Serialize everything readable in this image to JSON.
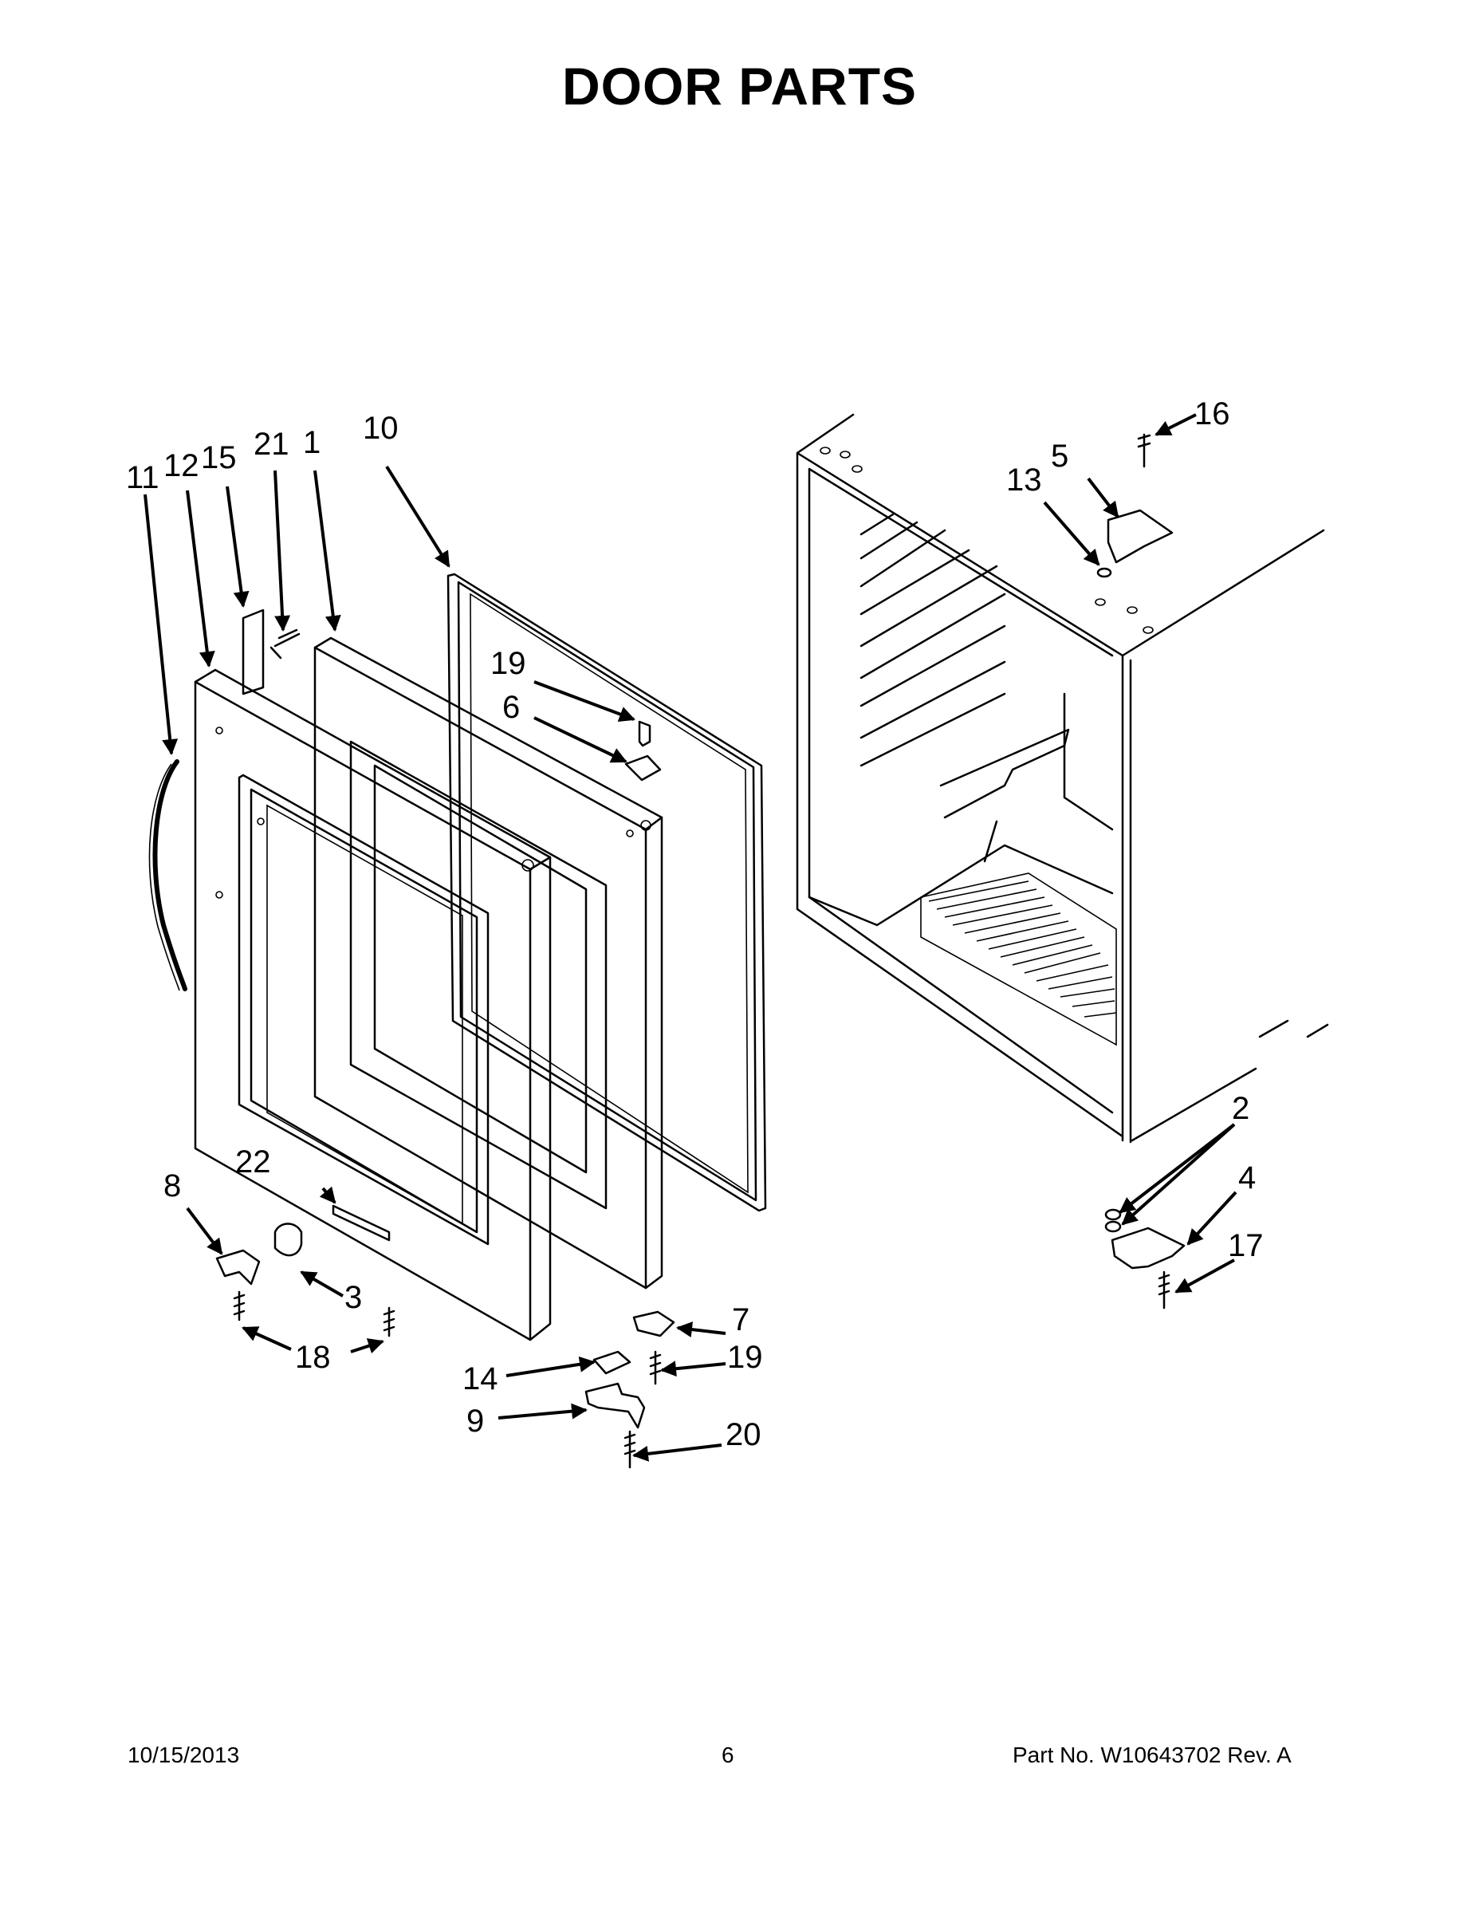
{
  "title": "DOOR PARTS",
  "footer": {
    "date": "10/15/2013",
    "page": "6",
    "part_no": "Part No.  W10643702  Rev.  A"
  },
  "callouts": {
    "c1": "1",
    "c2": "2",
    "c3": "3",
    "c4": "4",
    "c5": "5",
    "c6": "6",
    "c7": "7",
    "c8": "8",
    "c9": "9",
    "c10": "10",
    "c11": "11",
    "c12": "12",
    "c13": "13",
    "c14": "14",
    "c15": "15",
    "c16": "16",
    "c17": "17",
    "c18": "18",
    "c19a": "19",
    "c19b": "19",
    "c20": "20",
    "c21": "21",
    "c22": "22"
  }
}
